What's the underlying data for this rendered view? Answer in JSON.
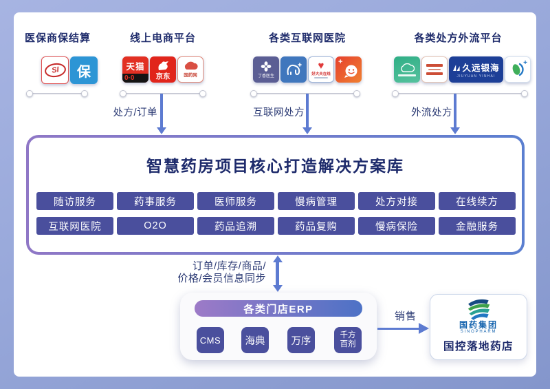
{
  "groups": [
    {
      "title": "医保商保结算"
    },
    {
      "title": "线上电商平台",
      "flow_label": "处方/订单"
    },
    {
      "title": "各类互联网医院",
      "flow_label": "互联网处方"
    },
    {
      "title": "各类处方外流平台",
      "flow_label": "外流处方"
    }
  ],
  "icons": {
    "si": "SI",
    "bao": "保",
    "tmall": "天猫",
    "tmall_sub": "0·0",
    "jd": "京东",
    "guoyaowang": "国药网",
    "dxy": "丁香医生",
    "haodf": "好大夫在线",
    "jyyh_cn": "久远银海",
    "jyyh_en": "JIUYUAN YINHAI"
  },
  "solution": {
    "title": "智慧药房项目核心打造解决方案库",
    "row1": [
      "随访服务",
      "药事服务",
      "医师服务",
      "慢病管理",
      "处方对接",
      "在线续方"
    ],
    "row2": [
      "互联网医院",
      "O2O",
      "药品追溯",
      "药品复购",
      "慢病保险",
      "金融服务"
    ]
  },
  "sync": {
    "line1": "订单/库存/商品/",
    "line2": "价格/会员信息同步"
  },
  "erp": {
    "title": "各类门店ERP",
    "systems": [
      "CMS",
      "海典",
      "万序",
      "千方百剂"
    ]
  },
  "sales_label": "销售",
  "pharmacy": {
    "brand_cn": "国药集团",
    "brand_en": "SINOPHARM",
    "name": "国控落地药店"
  },
  "colors": {
    "button_indigo": "#4a4f9d",
    "arrow_blue": "#5d7bd1",
    "navy_text": "#1d2a6b",
    "border_gradient_left": "#8f77c6",
    "border_gradient_right": "#5b7fd0"
  }
}
